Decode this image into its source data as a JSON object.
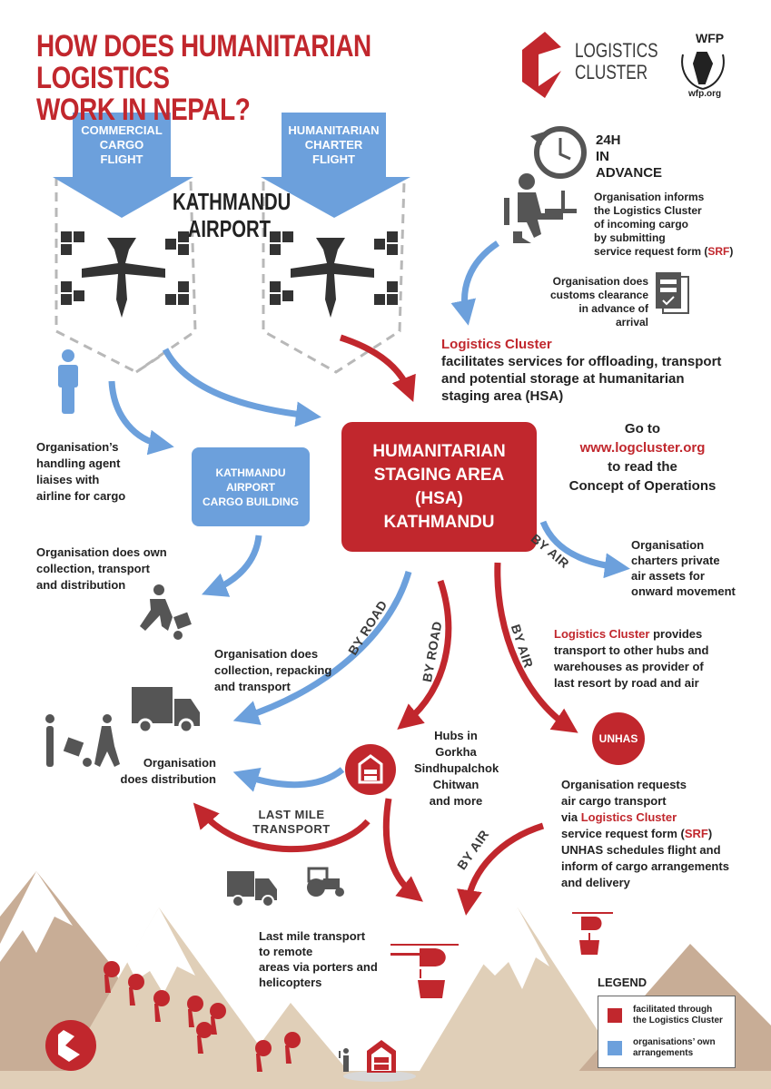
{
  "header": {
    "title_line1": "HOW DOES HUMANITARIAN LOGISTICS",
    "title_line2": "WORK IN NEPAL?",
    "logo_line1": "LOGISTICS",
    "logo_line2": "CLUSTER",
    "wfp_label": "WFP",
    "wfp_url": "wfp.org"
  },
  "colors": {
    "red": "#c1272d",
    "blue": "#6ca0dc",
    "dark": "#3a3a3a",
    "mountain_dark": "#c8ad96",
    "mountain_light": "#e0cfb8"
  },
  "airport": {
    "title_line1": "KATHMANDU",
    "title_line2": "AIRPORT",
    "commercial_flight": [
      "COMMERCIAL",
      "CARGO",
      "FLIGHT"
    ],
    "charter_flight": [
      "HUMANITARIAN",
      "CHARTER",
      "FLIGHT"
    ]
  },
  "advance": {
    "time_line1": "24H",
    "time_line2": "IN",
    "time_line3": "ADVANCE",
    "informs_lines": [
      "Organisation informs",
      "the Logistics Cluster",
      "of incoming cargo",
      "by submitting"
    ],
    "srf_prefix": "service request form (",
    "srf": "SRF",
    "srf_suffix": ")",
    "customs_lines": [
      "Organisation does",
      "customs clearance",
      "in advance of arrival"
    ]
  },
  "logcluster_facilitates": {
    "highlight": "Logistics Cluster",
    "lines": [
      "facilitates services for offloading, transport",
      "and potential storage at humanitarian",
      "staging area (HSA)"
    ]
  },
  "hsa": {
    "lines": [
      "HUMANITARIAN",
      "STAGING AREA",
      "(HSA)",
      "KATHMANDU"
    ]
  },
  "website": {
    "line1": "Go to",
    "url": "www.logcluster.org",
    "line3": "to read the",
    "line4": "Concept of Operations"
  },
  "cargo_building": {
    "lines": [
      "KATHMANDU",
      "AIRPORT",
      "CARGO BUILDING"
    ]
  },
  "handling_agent": {
    "lines": [
      "Organisation’s",
      "handling agent",
      "liaises with",
      "airline for cargo"
    ]
  },
  "own_collection": {
    "lines": [
      "Organisation does own",
      "collection, transport",
      "and distribution"
    ]
  },
  "charter_private": {
    "lines": [
      "Organisation",
      "charters private",
      "air assets for",
      "onward movement"
    ]
  },
  "last_resort": {
    "highlight": "Logistics Cluster",
    "line1_suffix": " provides",
    "lines": [
      "transport to other hubs and",
      "warehouses as provider of",
      "last resort by road and air"
    ]
  },
  "repacking": {
    "lines": [
      "Organisation does",
      "collection, repacking",
      "and transport"
    ]
  },
  "distribution": {
    "lines": [
      "Organisation",
      "does distribution"
    ]
  },
  "hubs": {
    "lines": [
      "Hubs in",
      "Gorkha",
      "Sindhupalchok",
      "Chitwan",
      "and more"
    ]
  },
  "unhas": {
    "label": "UNHAS",
    "line1": "Organisation requests",
    "line2": "air cargo transport",
    "line3_prefix": "via ",
    "line3_highlight": "Logistics Cluster",
    "line4_prefix": "service request form (",
    "line4_highlight": "SRF",
    "line4_suffix": ")",
    "line5": "UNHAS schedules flight and",
    "line6": "inform of cargo arrangements",
    "line7": "and delivery"
  },
  "routes": {
    "by_air_blue": "BY AIR",
    "by_road_blue": "BY ROAD",
    "by_road_red": "BY ROAD",
    "by_air_red": "BY AIR",
    "by_air_red_lower": "BY AIR",
    "last_mile_line1": "LAST MILE",
    "last_mile_line2": "TRANSPORT"
  },
  "remote": {
    "lines": [
      "Last mile transport",
      "to remote",
      "areas via porters and",
      "helicopters"
    ]
  },
  "legend": {
    "title": "LEGEND",
    "items": [
      {
        "color": "#c1272d",
        "line1": "facilitated through",
        "line2": "the Logistics Cluster"
      },
      {
        "color": "#6ca0dc",
        "line1": "organisations’ own",
        "line2": "arrangements"
      }
    ]
  }
}
